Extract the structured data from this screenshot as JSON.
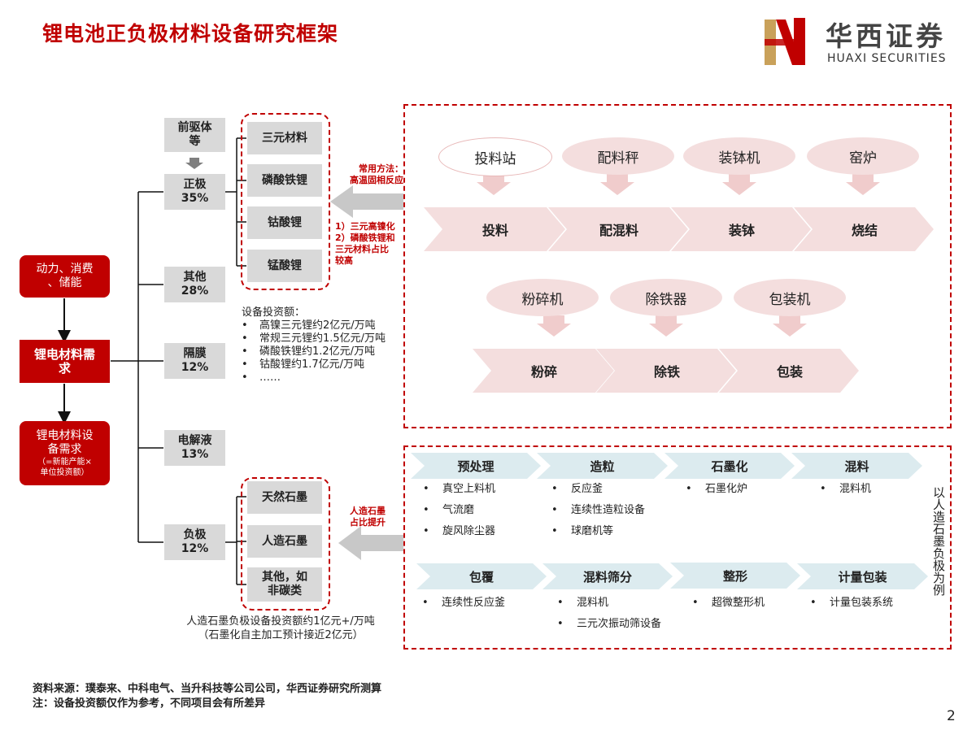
{
  "title": "锂电池正负极材料设备研究框架",
  "logo": {
    "name": "华西证券",
    "sub": "HUAXI SECURITIES"
  },
  "left_flow": {
    "demand_top": [
      "动力、消费",
      "、储能"
    ],
    "center": [
      "锂电材料需",
      "求"
    ],
    "equipment": [
      "锂电材料设",
      "备需求"
    ],
    "equipment_note": [
      "（=新能产能×",
      "单位投资额）"
    ]
  },
  "categories": {
    "precursor": [
      "前驱体",
      "等"
    ],
    "cathode": [
      "正极",
      "35%"
    ],
    "other": [
      "其他",
      "28%"
    ],
    "separator": [
      "隔膜",
      "12%"
    ],
    "electrolyte": [
      "电解液",
      "13%"
    ],
    "anode": [
      "负极",
      "12%"
    ]
  },
  "cathode_materials": [
    "三元材料",
    "磷酸铁锂",
    "钴酸锂",
    "锰酸锂"
  ],
  "cathode_notes": {
    "method": [
      "常用方法：",
      "高温固相反应"
    ],
    "share": [
      "1）三元高镍化",
      "2）磷酸铁锂和",
      "三元材料占比",
      "较高"
    ]
  },
  "investment": {
    "heading": "设备投资额：",
    "items": [
      "高镍三元锂约2亿元/万吨",
      "常规三元锂约1.5亿元/万吨",
      "磷酸铁锂约1.2亿元/万吨",
      "钴酸锂约1.7亿元/万吨",
      "……"
    ],
    "bullet": "•"
  },
  "anode_materials": [
    [
      "天然石墨"
    ],
    [
      "人造石墨"
    ],
    [
      "其他，如",
      "非碳类"
    ]
  ],
  "anode_note": [
    "人造石墨",
    "占比提升"
  ],
  "anode_investment": [
    "人造石墨负极设备投资额约1亿元+/万吨",
    "（石墨化自主加工预计接近2亿元）"
  ],
  "cathode_process": {
    "row1_equipment": [
      "投料站",
      "配料秤",
      "装钵机",
      "窑炉"
    ],
    "row1_steps": [
      "投料",
      "配混料",
      "装钵",
      "烧结"
    ],
    "row2_equipment": [
      "粉碎机",
      "除铁器",
      "包装机"
    ],
    "row2_steps": [
      "粉碎",
      "除铁",
      "包装"
    ]
  },
  "anode_process": {
    "row1_steps": [
      "预处理",
      "造粒",
      "石墨化",
      "混料"
    ],
    "row1_equipment": [
      [
        "真空上料机",
        "气流磨",
        "旋风除尘器"
      ],
      [
        "反应釜",
        "连续性造粒设备",
        "球磨机等"
      ],
      [
        "石墨化炉"
      ],
      [
        "混料机"
      ]
    ],
    "row2_steps": [
      "包覆",
      "混料筛分",
      "整形",
      "计量包装"
    ],
    "row2_equipment": [
      [
        "连续性反应釜"
      ],
      [
        "混料机",
        "三元次振动筛设备"
      ],
      [
        "超微整形机"
      ],
      [
        "计量包装系统"
      ]
    ],
    "side_label": "以人造石墨负极为例"
  },
  "footer": {
    "source": "资料来源：璞泰来、中科电气、当升科技等公司公司，华西证券研究所测算",
    "note": "注：设备投资额仅作为参考，不同项目会有所差异"
  },
  "page_number": "2",
  "colors": {
    "accent": "#c00000",
    "box_gray": "#d9d9d9",
    "chevron_pink": "#f4dede",
    "chevron_blue": "#dcebef"
  }
}
